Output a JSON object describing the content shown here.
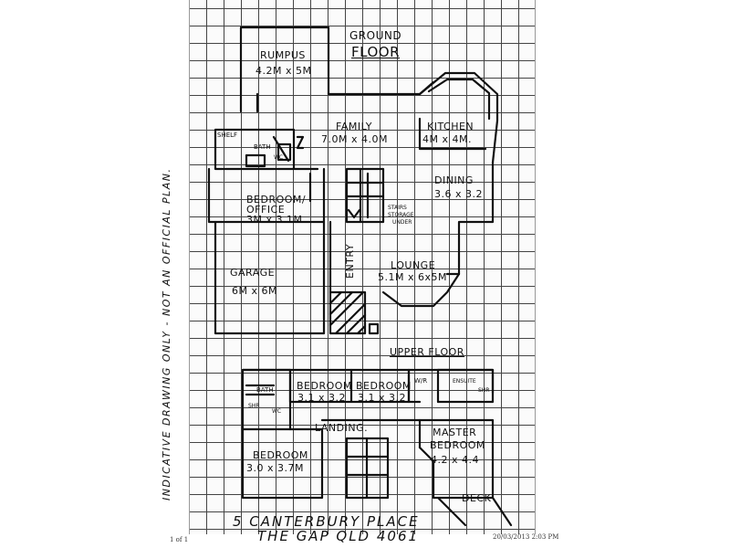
{
  "ground_floor": {
    "heading_line1": "GROUND",
    "heading_line2": "FLOOR",
    "rooms": {
      "rumpus_name": "RUMPUS",
      "rumpus_size": "4.2M x 5M",
      "family_name": "FAMILY",
      "family_size": "7.0M x 4.0M",
      "kitchen_name": "KITCHEN",
      "kitchen_size": "4M x 4M.",
      "shelf": "SHELF",
      "bath": "BATH",
      "wc": "WC",
      "dining_name": "DINING",
      "dining_size": "3.6 x 3.2",
      "bedroom_name": "BEDROOM/",
      "bedroom_name2": "OFFICE",
      "bedroom_size": "3M x 3.1M",
      "stairs_note1": "STAIRS",
      "stairs_note2": "STORAGE",
      "stairs_note3": "UNDER",
      "garage_name": "GARAGE",
      "garage_size": "6M x 6M",
      "entry": "ENTRY",
      "lounge_name": "LOUNGE",
      "lounge_size": "5.1M x 6x5M"
    }
  },
  "upper_floor": {
    "heading": "UPPER FLOOR",
    "rooms": {
      "bath": "BATH",
      "shr": "SHR",
      "wc": "WC",
      "bedroom1_name": "BEDROOM",
      "bedroom1_size": "3.1 x 3.2",
      "bedroom2_name": "BEDROOM",
      "bedroom2_size": "3.1 x 3.2",
      "wir": "W/R",
      "ensuite": "ENSUITE",
      "shower": "SHR",
      "landing": "LANDING.",
      "bedroom3_name": "BEDROOM",
      "bedroom3_size": "3.0 x 3.7M",
      "master_name1": "MASTER",
      "master_name2": "BEDROOM",
      "master_size": "4.2 x 4.4",
      "deck": "DECK"
    }
  },
  "side_note": "INDICATIVE DRAWING ONLY - NOT AN OFFICIAL PLAN.",
  "address_line1": "5 CANTERBURY PLACE",
  "address_line2": "THE GAP   QLD 4061",
  "footer_page": "1 of 1",
  "footer_timestamp": "20/03/2013 2:03 PM"
}
